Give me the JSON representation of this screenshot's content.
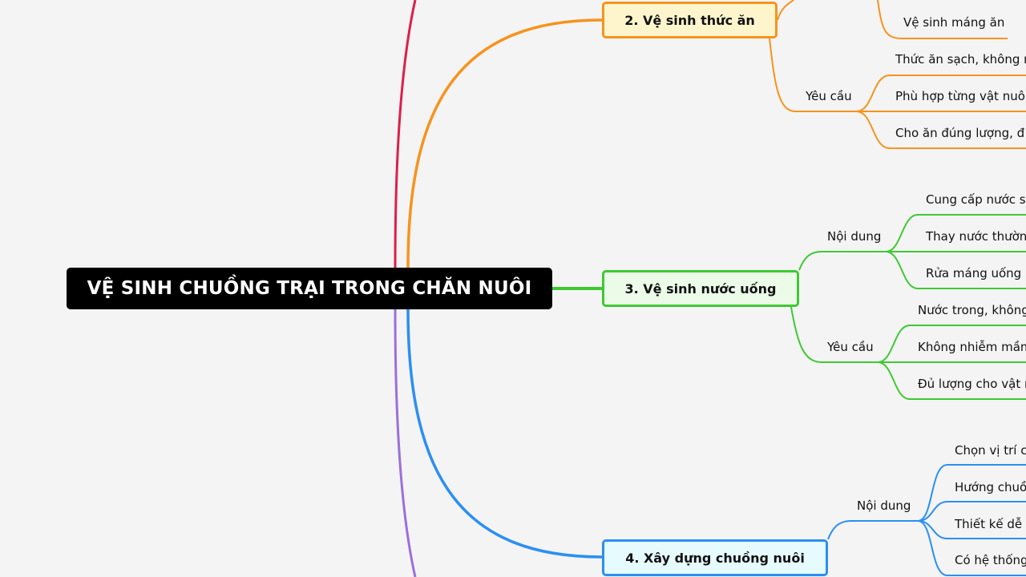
{
  "root": {
    "label": "VỆ SINH CHUỒNG TRẠI TRONG CHĂN NUÔI"
  },
  "colors": {
    "branch_top": "#dd1f4a",
    "branch_food": "#f7931e",
    "branch_water": "#3ec932",
    "branch_barn": "#2b8ff2",
    "branch_bottom": "#9b6fdb"
  },
  "topics": {
    "food": {
      "label": "2. Vệ sinh thức ăn",
      "leaf_top": "Vệ sinh máng ăn",
      "group": "Yêu cầu",
      "items": [
        "Thức ăn sạch, không n",
        "Phù hợp từng vật nuô",
        "Cho ăn đúng lượng, đ"
      ]
    },
    "water": {
      "label": "3. Vệ sinh nước uống",
      "groups": [
        {
          "label": "Nội dung",
          "items": [
            "Cung cấp nước s",
            "Thay nước thườn",
            "Rửa máng uống"
          ]
        },
        {
          "label": "Yêu cầu",
          "items": [
            "Nước trong, không",
            "Không nhiễm mầm",
            "Đủ lượng cho vật n"
          ]
        }
      ]
    },
    "barn": {
      "label": "4. Xây dựng chuồng nuôi",
      "group": "Nội dung",
      "items": [
        "Chọn vị trí c",
        "Hướng chuồ",
        "Thiết kế dễ",
        "Có hệ thống"
      ]
    }
  }
}
